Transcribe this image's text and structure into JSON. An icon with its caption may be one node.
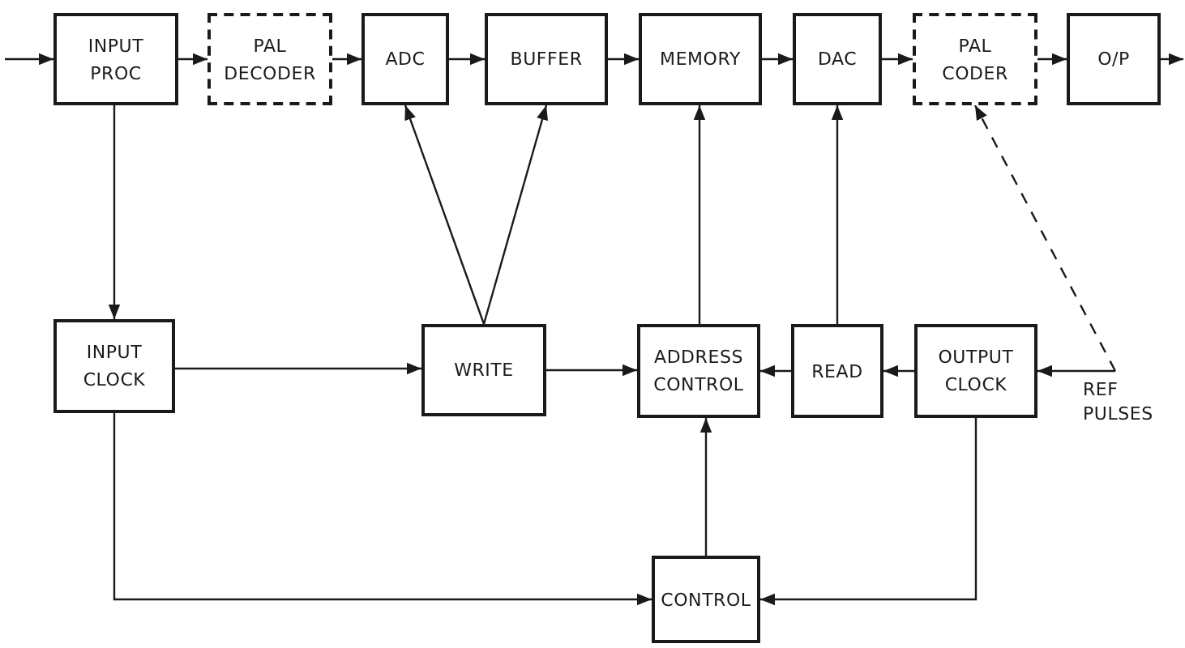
{
  "diagram": {
    "nodes": [
      {
        "text": [
          "INPUT PROC"
        ]
      },
      {
        "text": [
          "PAL DECODER"
        ]
      },
      {
        "text": [
          "ADC"
        ]
      },
      {
        "text": [
          "BUFFER"
        ]
      },
      {
        "text": [
          "MEMORY"
        ]
      },
      {
        "text": [
          "DAC"
        ]
      },
      {
        "text": [
          "PAL CODER"
        ]
      },
      {
        "text": [
          "O/P"
        ]
      },
      {
        "text": [
          "INPUT CLOCK"
        ]
      },
      {
        "text": [
          "WRITE"
        ]
      },
      {
        "text": [
          "ADDRESS CONTROL"
        ]
      },
      {
        "text": [
          "READ"
        ]
      },
      {
        "text": [
          "OUTPUT CLOCK"
        ]
      },
      {
        "text": [
          "REF PULSES"
        ]
      },
      {
        "text": [
          "CONTROL"
        ]
      }
    ],
    "edges": [
      {
        "from": null,
        "to": 0,
        "arrow": "to"
      },
      {
        "from": 0,
        "to": 1,
        "arrow": "to"
      },
      {
        "from": 1,
        "to": 2,
        "arrow": "to"
      },
      {
        "from": 2,
        "to": 3,
        "arrow": "to"
      },
      {
        "from": 3,
        "to": 4,
        "arrow": "to"
      },
      {
        "from": 4,
        "to": 5,
        "arrow": "to"
      },
      {
        "from": 5,
        "to": 6,
        "arrow": "to"
      },
      {
        "from": 6,
        "to": 7,
        "arrow": "to"
      },
      {
        "from": 7,
        "to": null,
        "arrow": "to"
      },
      {
        "from": 0,
        "to": 8,
        "arrow": "to"
      },
      {
        "from": 8,
        "to": 9,
        "arrow": "to"
      },
      {
        "from": 9,
        "to": 2,
        "arrow": "to"
      },
      {
        "from": 9,
        "to": 3,
        "arrow": "to"
      },
      {
        "from": 9,
        "to": 10,
        "arrow": "to"
      },
      {
        "from": 10,
        "to": 4,
        "arrow": "to"
      },
      {
        "from": 11,
        "to": 5,
        "arrow": "to"
      },
      {
        "from": 11,
        "to": 10,
        "arrow": "to"
      },
      {
        "from": 12,
        "to": 11,
        "arrow": "to"
      },
      {
        "from": 13,
        "to": 12,
        "arrow": "to"
      },
      {
        "from": 13,
        "to": 6,
        "arrow": "to",
        "style": "dashed"
      },
      {
        "from": 8,
        "to": 14,
        "arrow": "to"
      },
      {
        "from": 12,
        "to": 14,
        "arrow": "to"
      },
      {
        "from": 14,
        "to": 10,
        "arrow": "to"
      }
    ]
  }
}
